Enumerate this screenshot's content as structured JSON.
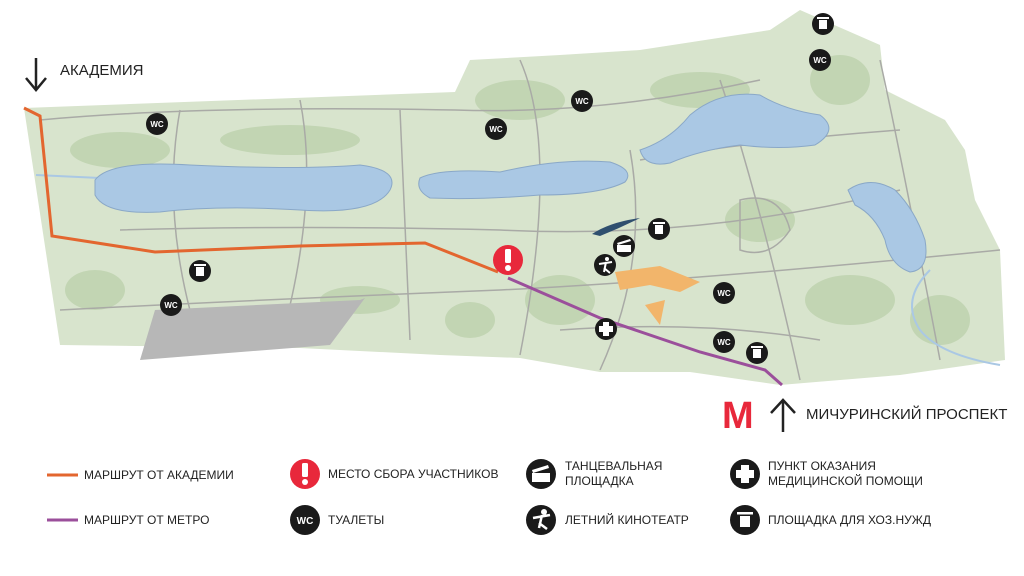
{
  "labels": {
    "academy": "АКАДЕМИЯ",
    "metro_station": "МИЧУРИНСКИЙ ПРОСПЕКТ",
    "metro_symbol": "M"
  },
  "colors": {
    "park": "#d8e4cd",
    "water": "#aac8e4",
    "route_academy": "#e3662f",
    "route_metro": "#9b4f9b",
    "gathering": "#e8283b",
    "icon": "#1a1a1a",
    "parking": "#b7b7b7",
    "venue": "#f2b56b"
  },
  "icons": {
    "wc": "WC",
    "gathering": "!",
    "medical": "✚",
    "trash": "🗑",
    "cinema": "🎬",
    "dance": "🤸"
  },
  "legend": [
    {
      "key": "route-academy",
      "text": "МАРШРУТ ОТ АКАДЕМИИ"
    },
    {
      "key": "route-metro",
      "text": "МАРШРУТ ОТ МЕТРО"
    },
    {
      "key": "gathering",
      "text": "МЕСТО СБОРА УЧАСТНИКОВ"
    },
    {
      "key": "wc",
      "text": "ТУАЛЕТЫ"
    },
    {
      "key": "dance",
      "text": "ТАНЦЕВАЛЬНАЯ\nПЛОЩАДКА"
    },
    {
      "key": "cinema",
      "text": "ЛЕТНИЙ КИНОТЕАТР"
    },
    {
      "key": "medical",
      "text": "ПУНКТ ОКАЗАНИЯ\nМЕДИЦИНСКОЙ ПОМОЩИ"
    },
    {
      "key": "trash",
      "text": "ПЛОЩАДКА ДЛЯ ХОЗ.НУЖД"
    }
  ]
}
